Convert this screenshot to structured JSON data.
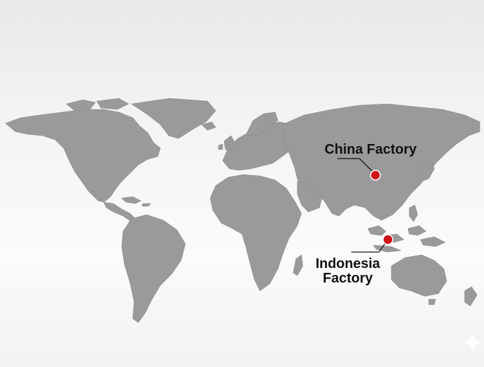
{
  "map": {
    "land_color": "#9a9a9a",
    "marker_color": "#d11219",
    "locations": [
      {
        "id": "china",
        "label_lines": [
          "China Factory"
        ]
      },
      {
        "id": "indonesia",
        "label_lines": [
          "Indonesia",
          "Factory"
        ]
      }
    ]
  }
}
